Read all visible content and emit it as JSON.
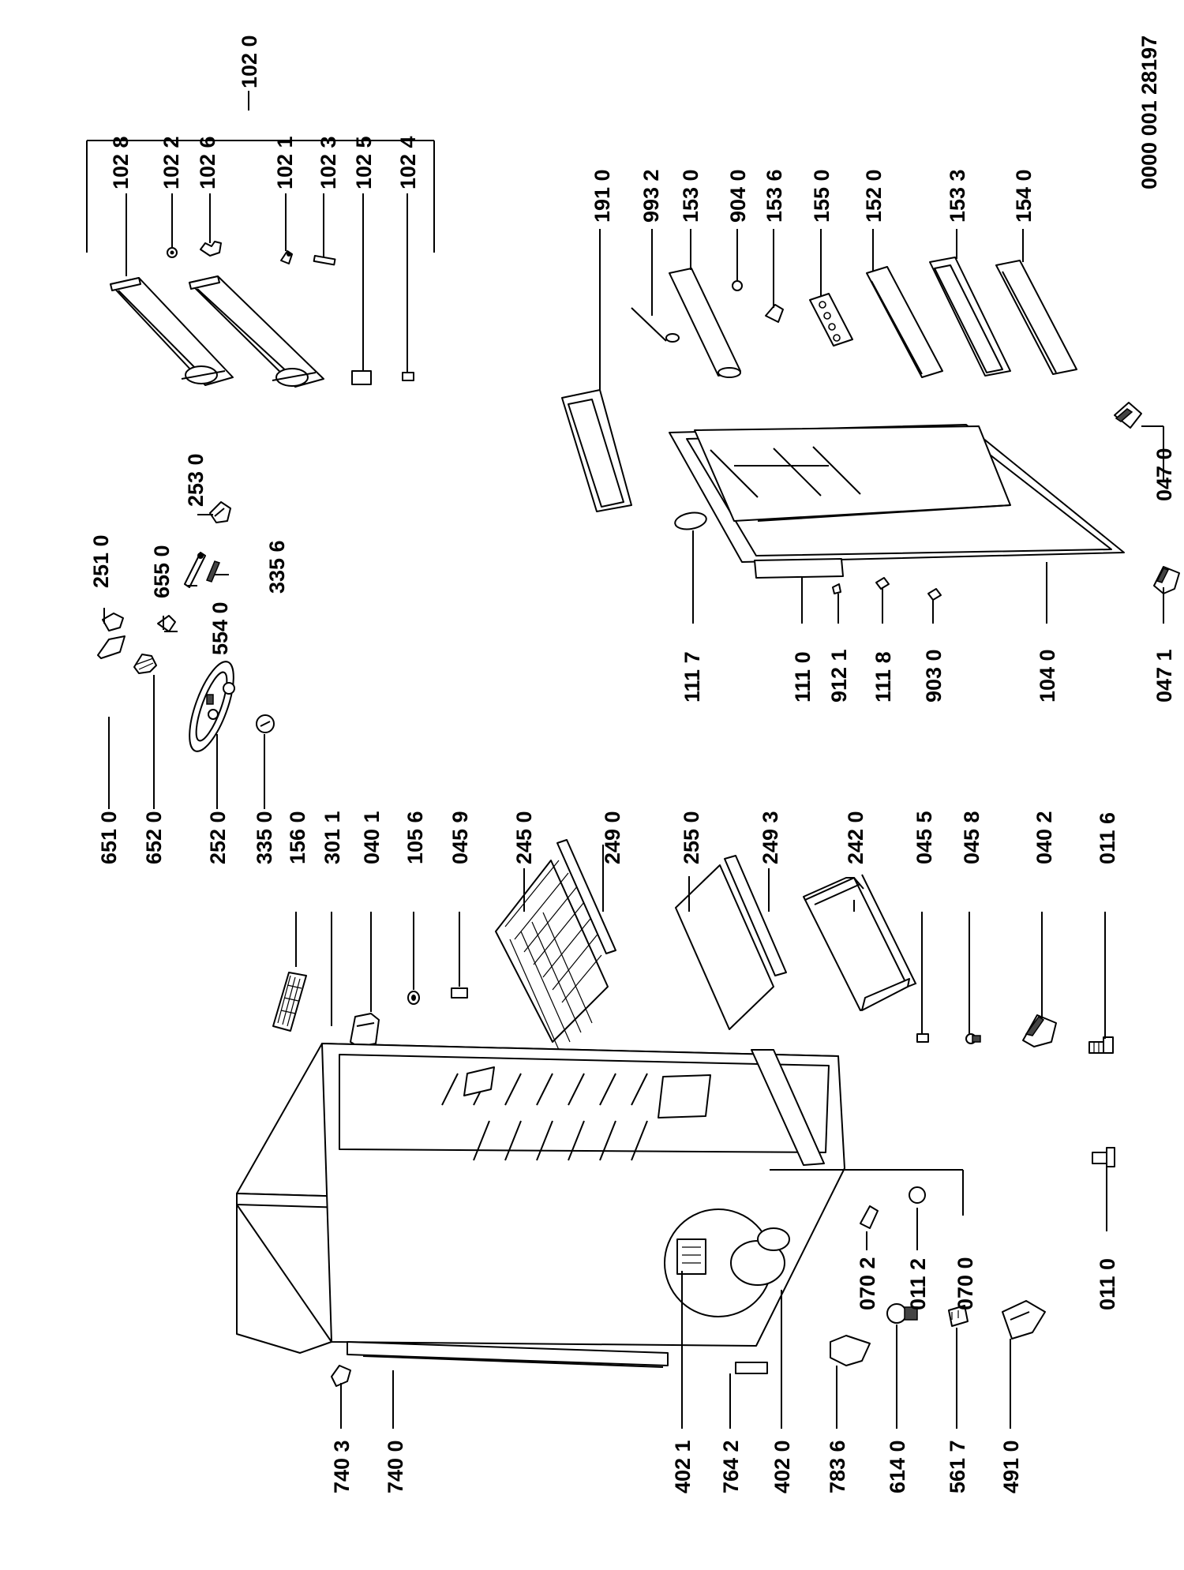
{
  "document_number": "0000 001 28197",
  "part_numbers": [
    "102 0",
    "102 8",
    "102 2",
    "102 6",
    "102 1",
    "102 3",
    "102 5",
    "102 4",
    "251 0",
    "253 0",
    "655 0",
    "335 6",
    "554 0",
    "651 0",
    "652 0",
    "252 0",
    "335 0",
    "156 0",
    "301 1",
    "040 1",
    "105 6",
    "045 9",
    "245 0",
    "249 0",
    "255 0",
    "249 3",
    "242 0",
    "045 5",
    "045 8",
    "040 2",
    "011 6",
    "191 0",
    "993 2",
    "153 0",
    "904 0",
    "153 6",
    "155 0",
    "152 0",
    "153 3",
    "154 0",
    "111 7",
    "111 0",
    "912 1",
    "111 8",
    "903 0",
    "104 0",
    "047 1",
    "047 0",
    "740 3",
    "740 0",
    "402 1",
    "764 2",
    "402 0",
    "783 6",
    "614 0",
    "561 7",
    "491 0",
    "070 2",
    "011 2",
    "070 0",
    "011 0"
  ],
  "parts": {
    "p1020": {
      "number": "102 0"
    },
    "p1028": {
      "number": "102 8"
    },
    "p1022": {
      "number": "102 2"
    },
    "p1026": {
      "number": "102 6"
    },
    "p1021": {
      "number": "102 1"
    },
    "p1023": {
      "number": "102 3"
    },
    "p1025": {
      "number": "102 5"
    },
    "p1024": {
      "number": "102 4"
    },
    "p2510": {
      "number": "251 0"
    },
    "p2530": {
      "number": "253 0"
    },
    "p6550": {
      "number": "655 0"
    },
    "p3356": {
      "number": "335 6"
    },
    "p5540": {
      "number": "554 0"
    },
    "p6510": {
      "number": "651 0"
    },
    "p6520": {
      "number": "652 0"
    },
    "p2520": {
      "number": "252 0"
    },
    "p3350": {
      "number": "335 0"
    },
    "p1560": {
      "number": "156 0"
    },
    "p3011": {
      "number": "301 1"
    },
    "p0401": {
      "number": "040 1"
    },
    "p1056": {
      "number": "105 6"
    },
    "p0459": {
      "number": "045 9"
    },
    "p2450": {
      "number": "245 0"
    },
    "p2490": {
      "number": "249 0"
    },
    "p2550": {
      "number": "255 0"
    },
    "p2493": {
      "number": "249 3"
    },
    "p2420": {
      "number": "242 0"
    },
    "p0455": {
      "number": "045 5"
    },
    "p0458": {
      "number": "045 8"
    },
    "p0402": {
      "number": "040 2"
    },
    "p0116": {
      "number": "011 6"
    },
    "p1910": {
      "number": "191 0"
    },
    "p9932": {
      "number": "993 2"
    },
    "p1530": {
      "number": "153 0"
    },
    "p9040": {
      "number": "904 0"
    },
    "p1536": {
      "number": "153 6"
    },
    "p1550": {
      "number": "155 0"
    },
    "p1520": {
      "number": "152 0"
    },
    "p1533": {
      "number": "153 3"
    },
    "p1540": {
      "number": "154 0"
    },
    "p1117": {
      "number": "111 7"
    },
    "p1110": {
      "number": "111 0"
    },
    "p9121": {
      "number": "912 1"
    },
    "p1118": {
      "number": "111 8"
    },
    "p9030": {
      "number": "903 0"
    },
    "p1040": {
      "number": "104 0"
    },
    "p0471": {
      "number": "047 1"
    },
    "p0470": {
      "number": "047 0"
    },
    "p7403": {
      "number": "740 3"
    },
    "p7400": {
      "number": "740 0"
    },
    "p4021": {
      "number": "402 1"
    },
    "p7642": {
      "number": "764 2"
    },
    "p4020": {
      "number": "402 0"
    },
    "p7836": {
      "number": "783 6"
    },
    "p6140": {
      "number": "614 0"
    },
    "p5617": {
      "number": "561 7"
    },
    "p4910": {
      "number": "491 0"
    },
    "p0702": {
      "number": "070 2"
    },
    "p0112": {
      "number": "011 2"
    },
    "p0700": {
      "number": "070 0"
    },
    "p0110": {
      "number": "011 0"
    }
  }
}
